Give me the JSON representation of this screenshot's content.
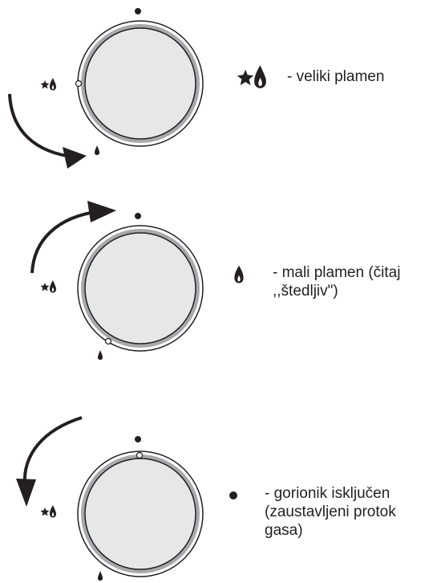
{
  "colors": {
    "ink": "#231f20",
    "dial_face": "#e6e7e8",
    "dial_rim": "#a7a9ac"
  },
  "icons": {
    "large_flame": "star-flame-icon",
    "small_flame": "flame-icon",
    "off": "dot-icon"
  },
  "legend": [
    {
      "lines": [
        "- veliki plamen"
      ]
    },
    {
      "lines": [
        "- mali plamen (čitaj",
        ",,štedljiv\")"
      ]
    },
    {
      "lines": [
        "- gorionik isključen",
        "(zaustavljeni protok",
        "gasa)"
      ]
    }
  ]
}
